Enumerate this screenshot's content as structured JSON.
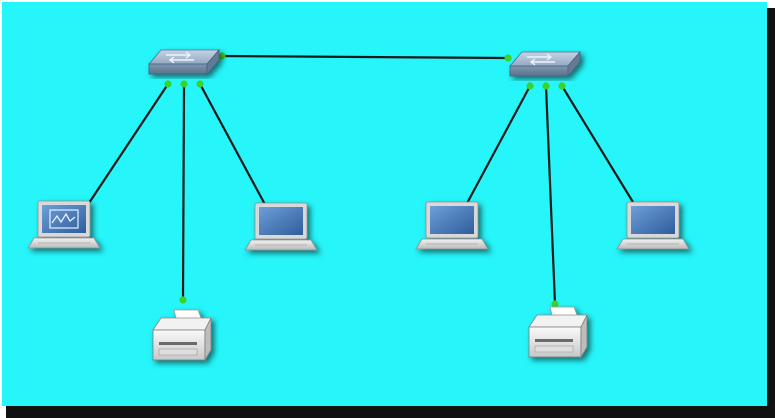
{
  "colors": {
    "canvas": "#26f5f9",
    "link": "#1a1a1a",
    "link_status": "#39d32a",
    "switch_body": "#7f97b2",
    "switch_top": "#a6bcd3",
    "laptop_screen": "#4f7fc0",
    "printer_body": "#e9e9e9"
  },
  "diagram": {
    "nodes": [
      {
        "id": "switch-1",
        "kind": "switch",
        "icon": "switch-icon"
      },
      {
        "id": "switch-2",
        "kind": "switch",
        "icon": "switch-icon"
      },
      {
        "id": "laptop-1",
        "kind": "laptop",
        "icon": "laptop-icon",
        "screen": "monitoring-graph"
      },
      {
        "id": "printer-1",
        "kind": "printer",
        "icon": "printer-icon"
      },
      {
        "id": "laptop-2",
        "kind": "laptop",
        "icon": "laptop-icon"
      },
      {
        "id": "laptop-3",
        "kind": "laptop",
        "icon": "laptop-icon"
      },
      {
        "id": "printer-2",
        "kind": "printer",
        "icon": "printer-icon"
      },
      {
        "id": "laptop-4",
        "kind": "laptop",
        "icon": "laptop-icon"
      }
    ],
    "links": [
      {
        "from": "switch-1",
        "to": "switch-2"
      },
      {
        "from": "switch-1",
        "to": "laptop-1"
      },
      {
        "from": "switch-1",
        "to": "printer-1"
      },
      {
        "from": "switch-1",
        "to": "laptop-2"
      },
      {
        "from": "switch-2",
        "to": "laptop-3"
      },
      {
        "from": "switch-2",
        "to": "printer-2"
      },
      {
        "from": "switch-2",
        "to": "laptop-4"
      }
    ]
  }
}
